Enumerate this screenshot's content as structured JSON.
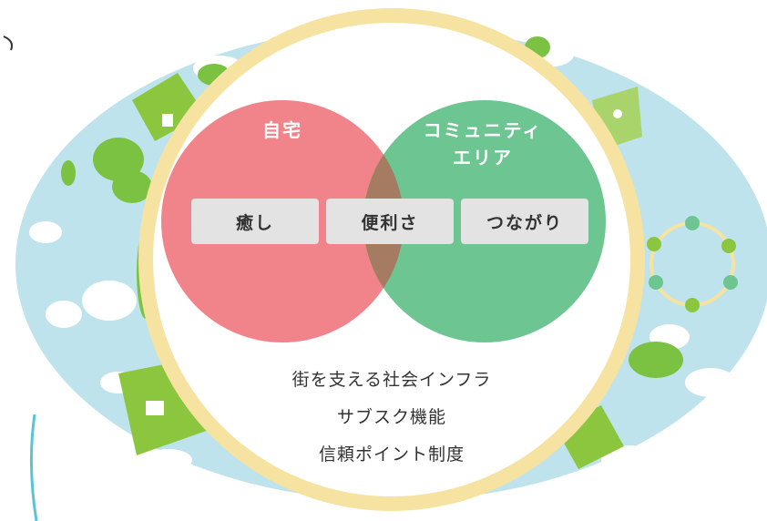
{
  "diagram": {
    "circle_home": {
      "label": "自宅",
      "color": "#f0848a"
    },
    "circle_community": {
      "line1": "コミュニティ",
      "line2": "エリア",
      "color": "#6dc591"
    },
    "overlap_color": "#a57c62",
    "boxes": [
      {
        "label": "癒し"
      },
      {
        "label": "便利さ"
      },
      {
        "label": "つながり"
      }
    ],
    "infra_lines": [
      "街を支える社会インフラ",
      "サブスク機能",
      "信頼ポイント制度"
    ],
    "colors": {
      "sky": "#bfe3ec",
      "ring": "#f6e3a1",
      "house_green": "#8cc63f",
      "tree_green": "#7cc242",
      "cloud": "#ffffff",
      "frame_line": "#5bc3d8"
    }
  }
}
